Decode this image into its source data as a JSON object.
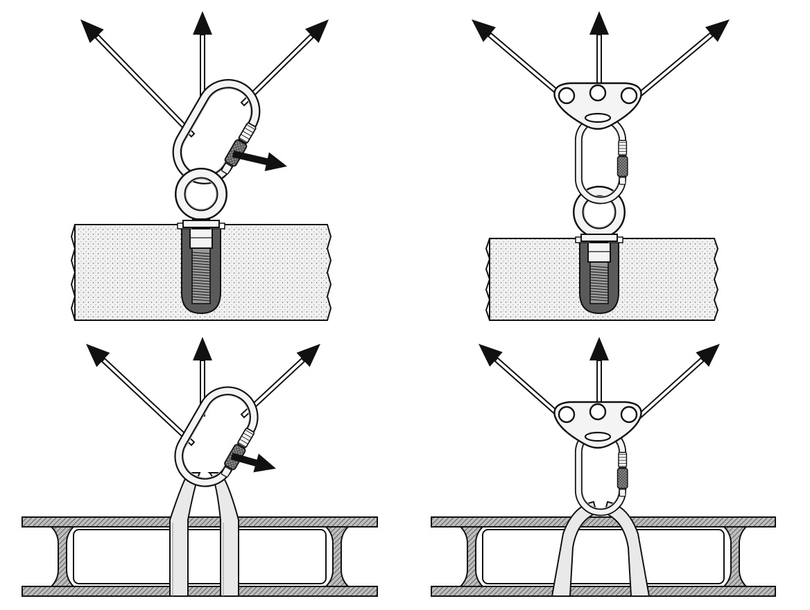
{
  "diagram": {
    "panels": [
      {
        "id": "eyebolt-carabiner",
        "anchor": "eye-bolt",
        "connector": "carabiner",
        "structure": "concrete-slab",
        "multi_directional_load": true,
        "side_load_on_gate": true
      },
      {
        "id": "eyebolt-plate",
        "anchor": "eye-bolt",
        "connector": "rigging-plate-and-carabiner",
        "structure": "concrete-slab",
        "multi_directional_load": true,
        "side_load_on_gate": false
      },
      {
        "id": "sling-carabiner",
        "anchor": "sling",
        "connector": "carabiner",
        "structure": "i-beam",
        "multi_directional_load": true,
        "side_load_on_gate": true
      },
      {
        "id": "sling-plate",
        "anchor": "sling",
        "connector": "rigging-plate-and-carabiner",
        "structure": "i-beam",
        "multi_directional_load": true,
        "side_load_on_gate": false
      }
    ],
    "colors": {
      "ink": "#111111",
      "paper": "#ffffff",
      "concrete": "#ececec",
      "fill_dark": "#5a5a5a",
      "metal": "#f4f4f4"
    }
  }
}
